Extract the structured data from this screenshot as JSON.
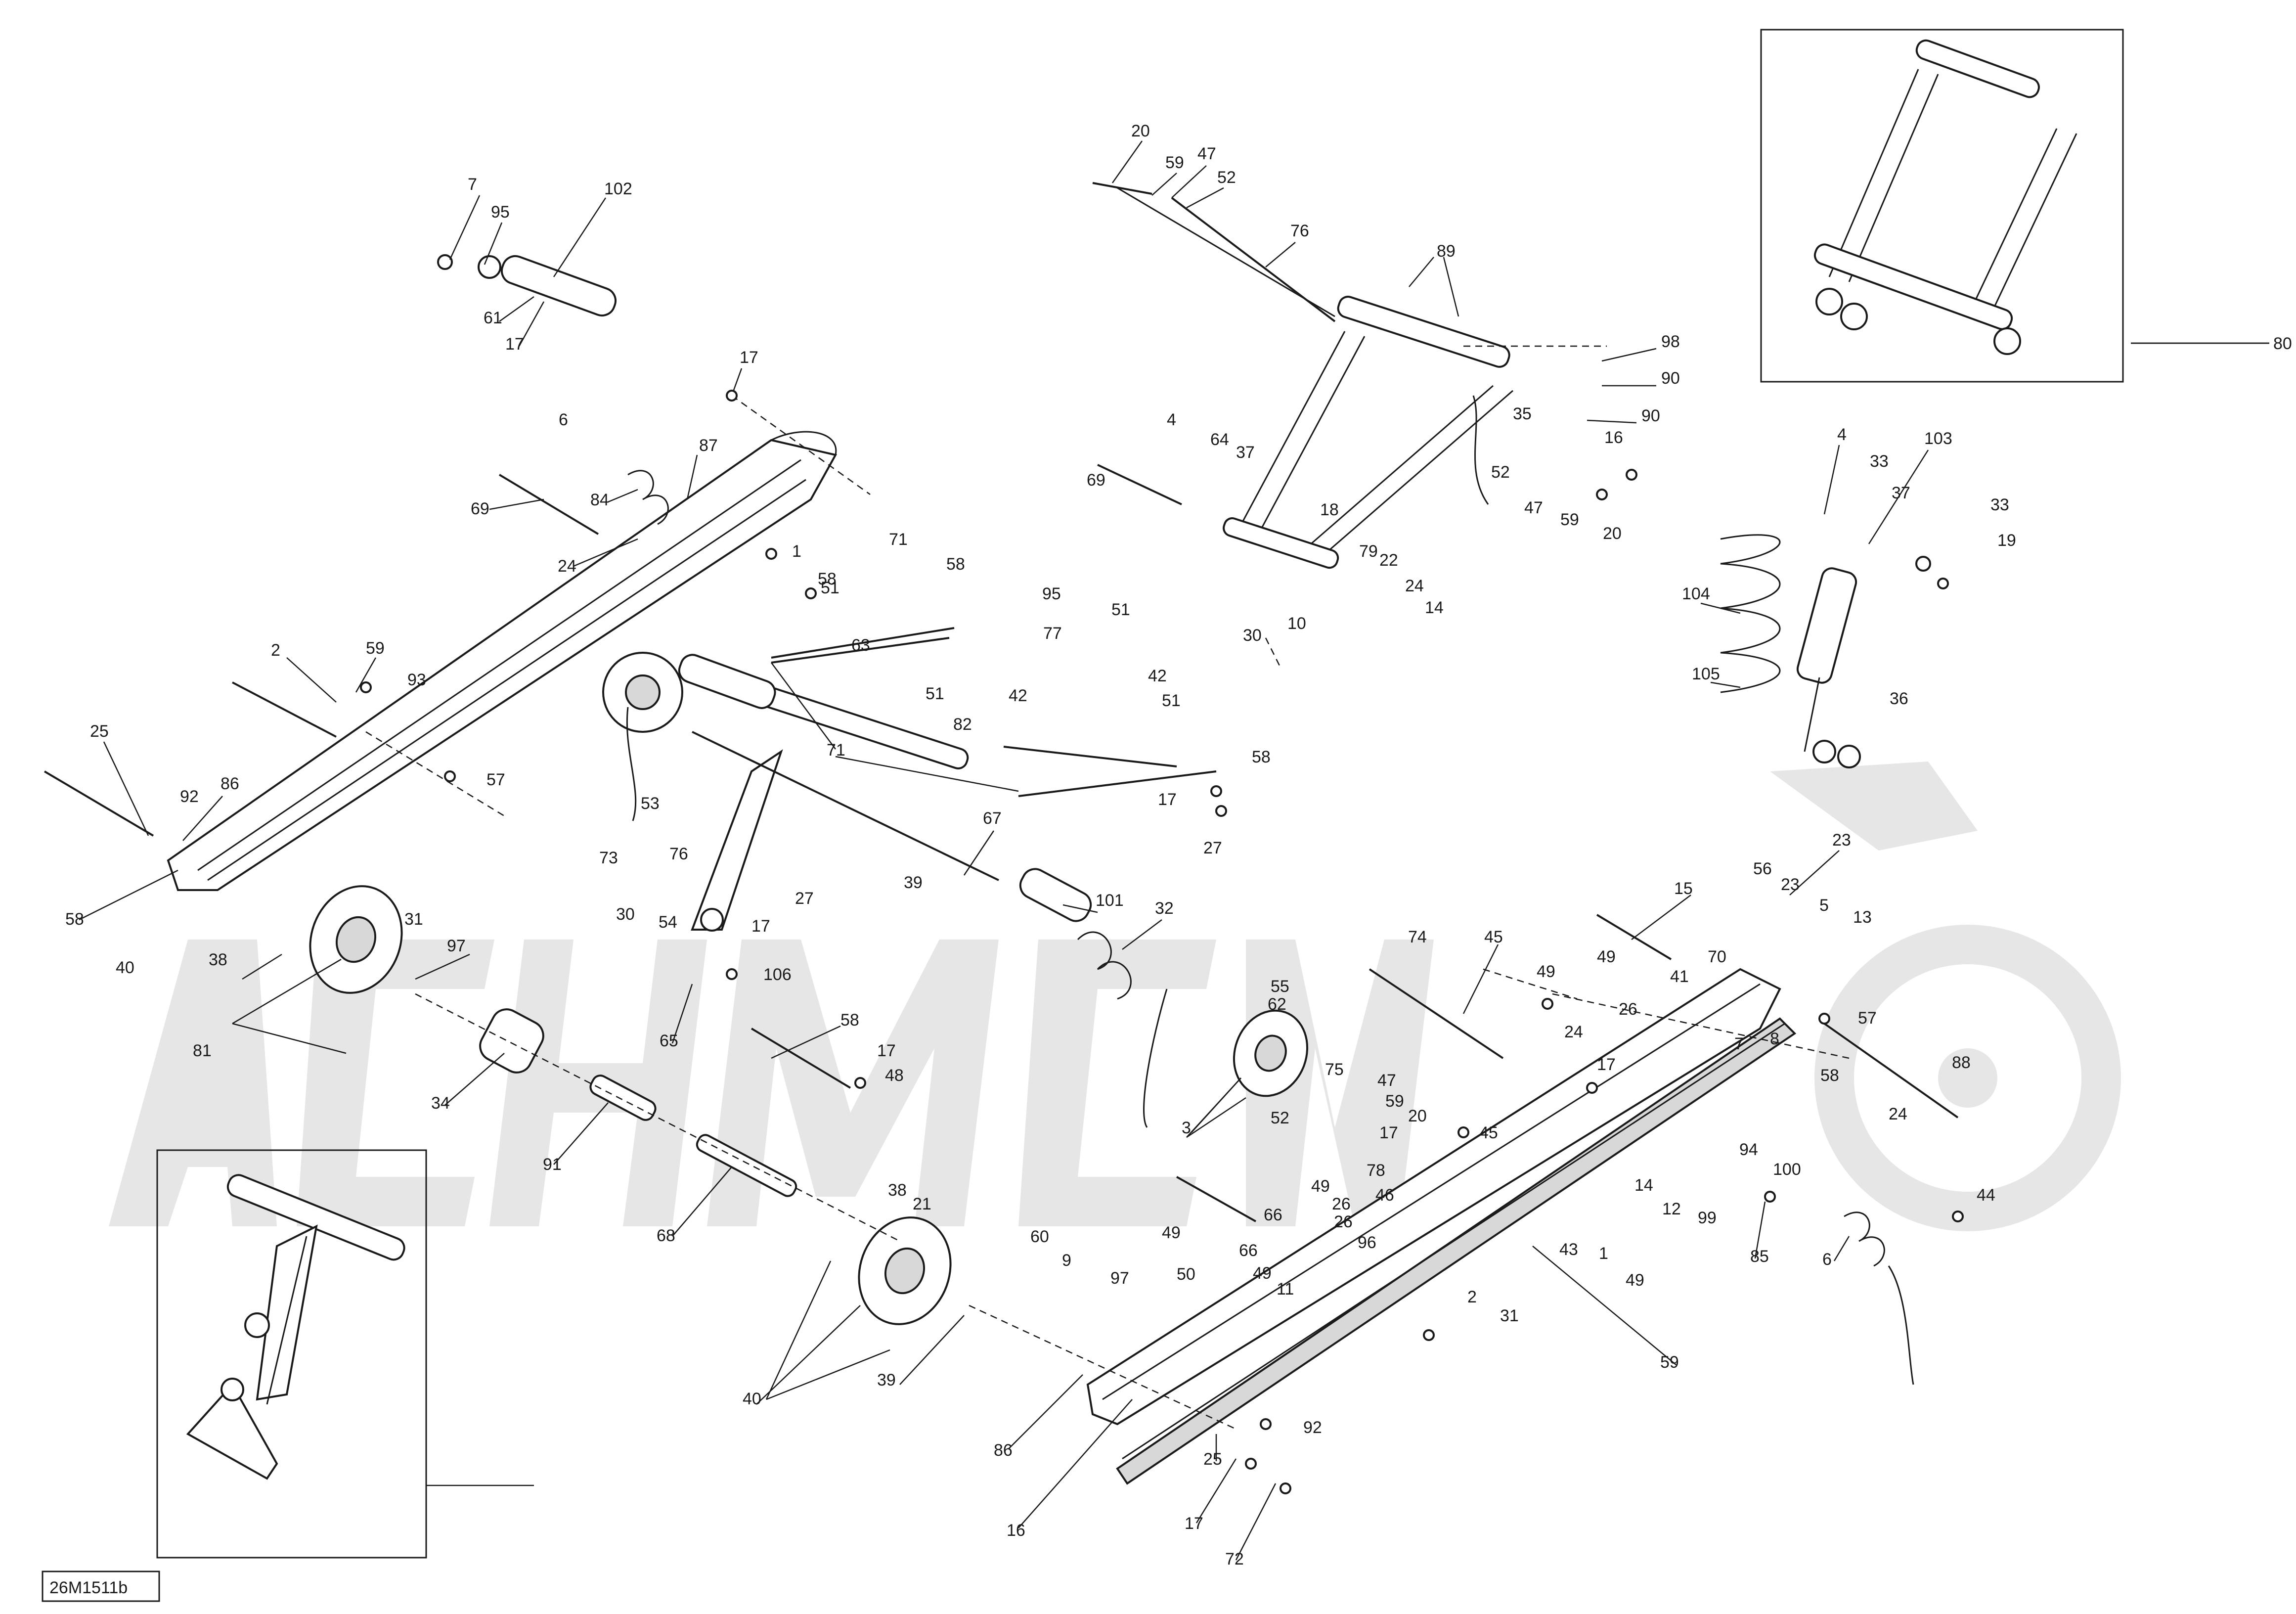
{
  "diagram": {
    "code": "26M1511b",
    "callouts": [
      {
        "id": "c1",
        "text": "7"
      },
      {
        "id": "c2",
        "text": "95"
      },
      {
        "id": "c3",
        "text": "102"
      },
      {
        "id": "c4",
        "text": "61"
      },
      {
        "id": "c5",
        "text": "17"
      },
      {
        "id": "c6",
        "text": "20"
      },
      {
        "id": "c7",
        "text": "59"
      },
      {
        "id": "c8",
        "text": "47"
      },
      {
        "id": "c9",
        "text": "52"
      },
      {
        "id": "c10",
        "text": "76"
      },
      {
        "id": "c11",
        "text": "89"
      },
      {
        "id": "c12",
        "text": "98"
      },
      {
        "id": "c13",
        "text": "90"
      },
      {
        "id": "c14",
        "text": "90"
      },
      {
        "id": "c15",
        "text": "35"
      },
      {
        "id": "c16",
        "text": "16"
      },
      {
        "id": "c17",
        "text": "52"
      },
      {
        "id": "c18",
        "text": "47"
      },
      {
        "id": "c19",
        "text": "59"
      },
      {
        "id": "c20",
        "text": "20"
      },
      {
        "id": "c21",
        "text": "4"
      },
      {
        "id": "c22",
        "text": "64"
      },
      {
        "id": "c23",
        "text": "37"
      },
      {
        "id": "c24",
        "text": "69"
      },
      {
        "id": "c25",
        "text": "18"
      },
      {
        "id": "c26",
        "text": "79"
      },
      {
        "id": "c27",
        "text": "22"
      },
      {
        "id": "c28",
        "text": "24"
      },
      {
        "id": "c29",
        "text": "14"
      },
      {
        "id": "c30",
        "text": "30"
      },
      {
        "id": "c31",
        "text": "10"
      },
      {
        "id": "c32",
        "text": "80"
      },
      {
        "id": "c33",
        "text": "4"
      },
      {
        "id": "c34",
        "text": "33"
      },
      {
        "id": "c35",
        "text": "37"
      },
      {
        "id": "c36",
        "text": "103"
      },
      {
        "id": "c37",
        "text": "33"
      },
      {
        "id": "c38",
        "text": "19"
      },
      {
        "id": "c39",
        "text": "104"
      },
      {
        "id": "c40",
        "text": "105"
      },
      {
        "id": "c41",
        "text": "36"
      },
      {
        "id": "c42",
        "text": "17"
      },
      {
        "id": "c43",
        "text": "6"
      },
      {
        "id": "c44",
        "text": "87"
      },
      {
        "id": "c45",
        "text": "84"
      },
      {
        "id": "c46",
        "text": "69"
      },
      {
        "id": "c47",
        "text": "24"
      },
      {
        "id": "c48",
        "text": "1"
      },
      {
        "id": "c49",
        "text": "71"
      },
      {
        "id": "c50",
        "text": "58"
      },
      {
        "id": "c51",
        "text": "58"
      },
      {
        "id": "c52",
        "text": "57"
      },
      {
        "id": "c53",
        "text": "2"
      },
      {
        "id": "c54",
        "text": "59"
      },
      {
        "id": "c55",
        "text": "93"
      },
      {
        "id": "c56",
        "text": "25"
      },
      {
        "id": "c57",
        "text": "92"
      },
      {
        "id": "c58",
        "text": "86"
      },
      {
        "id": "c59",
        "text": "58"
      },
      {
        "id": "c60",
        "text": "51"
      },
      {
        "id": "c61",
        "text": "95"
      },
      {
        "id": "c62",
        "text": "77"
      },
      {
        "id": "c63",
        "text": "51"
      },
      {
        "id": "c64",
        "text": "63"
      },
      {
        "id": "c65",
        "text": "42"
      },
      {
        "id": "c66",
        "text": "42"
      },
      {
        "id": "c67",
        "text": "51"
      },
      {
        "id": "c68",
        "text": "51"
      },
      {
        "id": "c69",
        "text": "82"
      },
      {
        "id": "c70",
        "text": "71"
      },
      {
        "id": "c71",
        "text": "58"
      },
      {
        "id": "c72",
        "text": "17"
      },
      {
        "id": "c73",
        "text": "27"
      },
      {
        "id": "c74",
        "text": "53"
      },
      {
        "id": "c75",
        "text": "76"
      },
      {
        "id": "c76",
        "text": "67"
      },
      {
        "id": "c77",
        "text": "73"
      },
      {
        "id": "c78",
        "text": "54"
      },
      {
        "id": "c79",
        "text": "27"
      },
      {
        "id": "c80",
        "text": "39"
      },
      {
        "id": "c81",
        "text": "40"
      },
      {
        "id": "c82",
        "text": "38"
      },
      {
        "id": "c83",
        "text": "31"
      },
      {
        "id": "c84",
        "text": "97"
      },
      {
        "id": "c85",
        "text": "81"
      },
      {
        "id": "c86",
        "text": "30"
      },
      {
        "id": "c87",
        "text": "17"
      },
      {
        "id": "c88",
        "text": "106"
      },
      {
        "id": "c89",
        "text": "65"
      },
      {
        "id": "c90",
        "text": "34"
      },
      {
        "id": "c91",
        "text": "58"
      },
      {
        "id": "c92",
        "text": "17"
      },
      {
        "id": "c93",
        "text": "48"
      },
      {
        "id": "c94",
        "text": "91"
      },
      {
        "id": "c95",
        "text": "68"
      },
      {
        "id": "c96",
        "text": "101"
      },
      {
        "id": "c97",
        "text": "32"
      },
      {
        "id": "c98",
        "text": "55"
      },
      {
        "id": "c99",
        "text": "62"
      },
      {
        "id": "c100",
        "text": "3"
      },
      {
        "id": "c101",
        "text": "75"
      },
      {
        "id": "c102",
        "text": "52"
      },
      {
        "id": "c103",
        "text": "47"
      },
      {
        "id": "c104",
        "text": "59"
      },
      {
        "id": "c105",
        "text": "20"
      },
      {
        "id": "c106",
        "text": "17"
      },
      {
        "id": "c107",
        "text": "45"
      },
      {
        "id": "c108",
        "text": "74"
      },
      {
        "id": "c109",
        "text": "45"
      },
      {
        "id": "c110",
        "text": "24"
      },
      {
        "id": "c111",
        "text": "17"
      },
      {
        "id": "c112",
        "text": "49"
      },
      {
        "id": "c113",
        "text": "49"
      },
      {
        "id": "c114",
        "text": "41"
      },
      {
        "id": "c115",
        "text": "26"
      },
      {
        "id": "c116",
        "text": "70"
      },
      {
        "id": "c117",
        "text": "15"
      },
      {
        "id": "c118",
        "text": "56"
      },
      {
        "id": "c119",
        "text": "23"
      },
      {
        "id": "c120",
        "text": "23"
      },
      {
        "id": "c121",
        "text": "5"
      },
      {
        "id": "c122",
        "text": "13"
      },
      {
        "id": "c123",
        "text": "7"
      },
      {
        "id": "c124",
        "text": "8"
      },
      {
        "id": "c125",
        "text": "58"
      },
      {
        "id": "c126",
        "text": "57"
      },
      {
        "id": "c127",
        "text": "88"
      },
      {
        "id": "c128",
        "text": "24"
      },
      {
        "id": "c129",
        "text": "94"
      },
      {
        "id": "c130",
        "text": "14"
      },
      {
        "id": "c131",
        "text": "100"
      },
      {
        "id": "c132",
        "text": "12"
      },
      {
        "id": "c133",
        "text": "99"
      },
      {
        "id": "c134",
        "text": "85"
      },
      {
        "id": "c135",
        "text": "6"
      },
      {
        "id": "c136",
        "text": "44"
      },
      {
        "id": "c137",
        "text": "43"
      },
      {
        "id": "c138",
        "text": "1"
      },
      {
        "id": "c139",
        "text": "49"
      },
      {
        "id": "c140",
        "text": "49"
      },
      {
        "id": "c141",
        "text": "78"
      },
      {
        "id": "c142",
        "text": "66"
      },
      {
        "id": "c143",
        "text": "26"
      },
      {
        "id": "c144",
        "text": "46"
      },
      {
        "id": "c145",
        "text": "49"
      },
      {
        "id": "c146",
        "text": "66"
      },
      {
        "id": "c147",
        "text": "26"
      },
      {
        "id": "c148",
        "text": "96"
      },
      {
        "id": "c149",
        "text": "49"
      },
      {
        "id": "c150",
        "text": "11"
      },
      {
        "id": "c151",
        "text": "50"
      },
      {
        "id": "c152",
        "text": "59"
      },
      {
        "id": "c153",
        "text": "2"
      },
      {
        "id": "c154",
        "text": "31"
      },
      {
        "id": "c155",
        "text": "38"
      },
      {
        "id": "c156",
        "text": "21"
      },
      {
        "id": "c157",
        "text": "60"
      },
      {
        "id": "c158",
        "text": "9"
      },
      {
        "id": "c159",
        "text": "97"
      },
      {
        "id": "c160",
        "text": "40"
      },
      {
        "id": "c161",
        "text": "39"
      },
      {
        "id": "c162",
        "text": "86"
      },
      {
        "id": "c163",
        "text": "16"
      },
      {
        "id": "c164",
        "text": "92"
      },
      {
        "id": "c165",
        "text": "25"
      },
      {
        "id": "c166",
        "text": "17"
      },
      {
        "id": "c167",
        "text": "72"
      }
    ]
  }
}
